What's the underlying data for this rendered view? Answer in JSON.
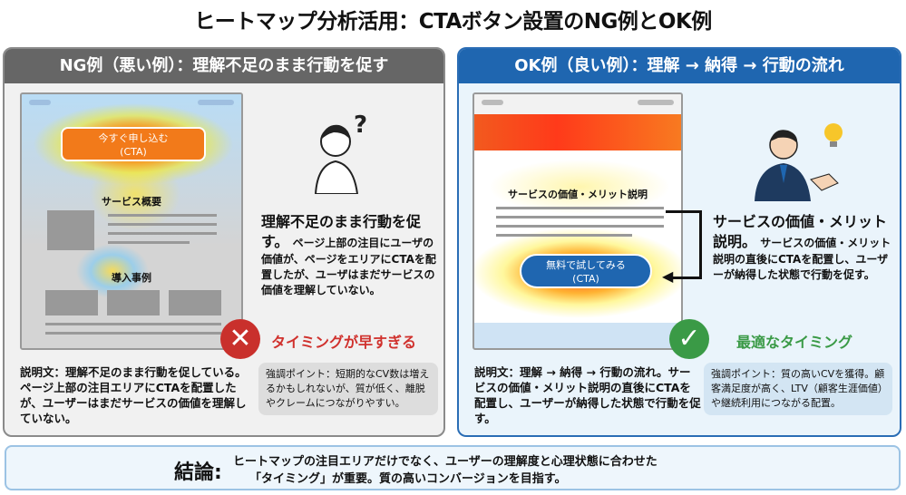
{
  "title": "ヒートマップ分析活用：CTAボタン設置のNG例とOK例",
  "ng": {
    "header": "NG例（悪い例）：理解不足のまま行動を促す",
    "cta_line1": "今すぐ申し込む",
    "cta_line2": "(CTA)",
    "section1": "サービス概要",
    "section2": "導入事例",
    "body_heading": "理解不足のまま行動を促す。",
    "body_text": "ページ上部の注目にユーザの価値が、ページをエリアにCTAを配置したが、ユーザはまだサービスの価値を理解していない。",
    "verdict": "タイミングが早すぎる",
    "verdict_color": "#d0312d",
    "description": "説明文：理解不足のまま行動を促している。ページ上部の注目エリアにCTAを配置したが、ユーザーはまだサービスの価値を理解していない。",
    "point": "強調ポイント：短期的なCV数は増えるかもしれないが、質が低く、離脱やクレームにつながりやすい。"
  },
  "ok": {
    "header": "OK例（良い例）：理解 → 納得 → 行動の流れ",
    "section": "サービスの価値・メリット説明",
    "cta_line1": "無料で試してみる",
    "cta_line2": "(CTA)",
    "body_heading": "サービスの価値・メリット説明。",
    "body_text": "サービスの価値・メリット説明の直後にCTAを配置し、ユーザーが納得した状態で行動を促す。",
    "verdict": "最適なタイミング",
    "verdict_color": "#3a9a46",
    "description": "説明文：理解 → 納得 → 行動の流れ。サービスの価値・メリット説明の直後にCTAを配置し、ユーザーが納得した状態で行動を促す。",
    "point": "強調ポイント：質の高いCVを獲得。顧客満足度が高く、LTV（顧客生涯価値）や継続利用につながる配置。"
  },
  "conclusion": {
    "label": "結論:",
    "line1": "ヒートマップの注目エリアだけでなく、ユーザーの理解度と心理状態に合わせた",
    "line2": "「タイミング」が重要。質の高いコンバージョンを目指す。"
  }
}
